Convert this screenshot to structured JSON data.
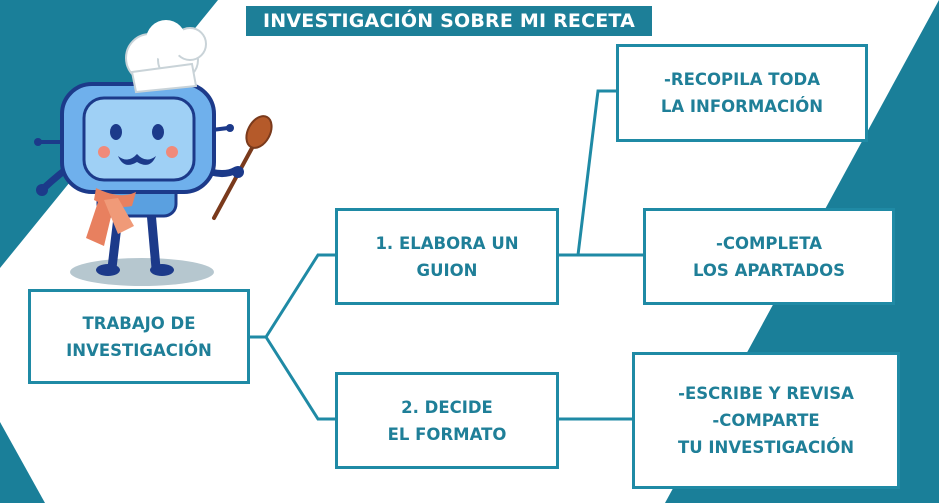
{
  "title": "INVESTIGACIÓN SOBRE MI RECETA",
  "root": {
    "lines": [
      "TRABAJO DE",
      "INVESTIGACIÓN"
    ]
  },
  "step1": {
    "lines": [
      "1. ELABORA UN",
      "GUION"
    ]
  },
  "step2": {
    "lines": [
      "2. DECIDE",
      "EL FORMATO"
    ]
  },
  "step1_a": {
    "lines": [
      "-RECOPILA TODA",
      "LA INFORMACIÓN"
    ]
  },
  "step1_b": {
    "lines": [
      "-COMPLETA",
      "LOS APARTADOS"
    ]
  },
  "step2_a": {
    "lines": [
      "-ESCRIBE Y REVISA",
      "-COMPARTE",
      "TU INVESTIGACIÓN"
    ]
  },
  "colors": {
    "teal": "#1a7f99",
    "box_border": "#1f8aa5",
    "text": "#1f7f98"
  },
  "icons": [
    "robot-chef-mascot",
    "wooden-spoon-icon",
    "chef-hat-icon",
    "scarf-icon"
  ]
}
